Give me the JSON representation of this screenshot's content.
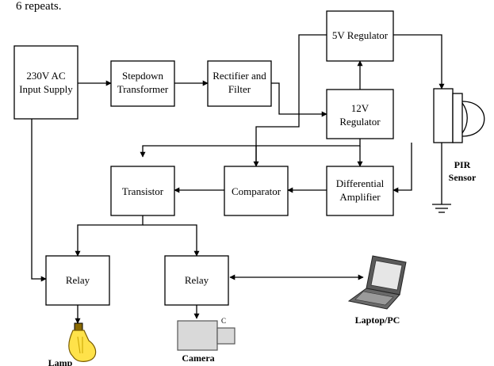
{
  "header_fragment": "6 repeats.",
  "blocks": {
    "ac_supply": [
      "230V AC",
      "Input Supply"
    ],
    "stepdown": [
      "Stepdown",
      "Transformer"
    ],
    "rectifier": [
      "Rectifier and",
      "Filter"
    ],
    "reg5": "5V Regulator",
    "reg12": [
      "12V",
      "Regulator"
    ],
    "diff_amp": [
      "Differential",
      "Amplifier"
    ],
    "comparator": "Comparator",
    "transistor": "Transistor",
    "relay_lamp": "Relay",
    "relay_camera": "Relay"
  },
  "devices": {
    "pir": [
      "PIR",
      "Sensor"
    ],
    "lamp": "Lamp",
    "camera": "Camera",
    "camera_mark": "C",
    "laptop": "Laptop/PC"
  },
  "colors": {
    "line": "#000000",
    "bulb": "#FFE24A",
    "camera_body": "#D9D9D9",
    "laptop_body": "#5A5A5A",
    "laptop_screen": "#E6E6E6"
  }
}
